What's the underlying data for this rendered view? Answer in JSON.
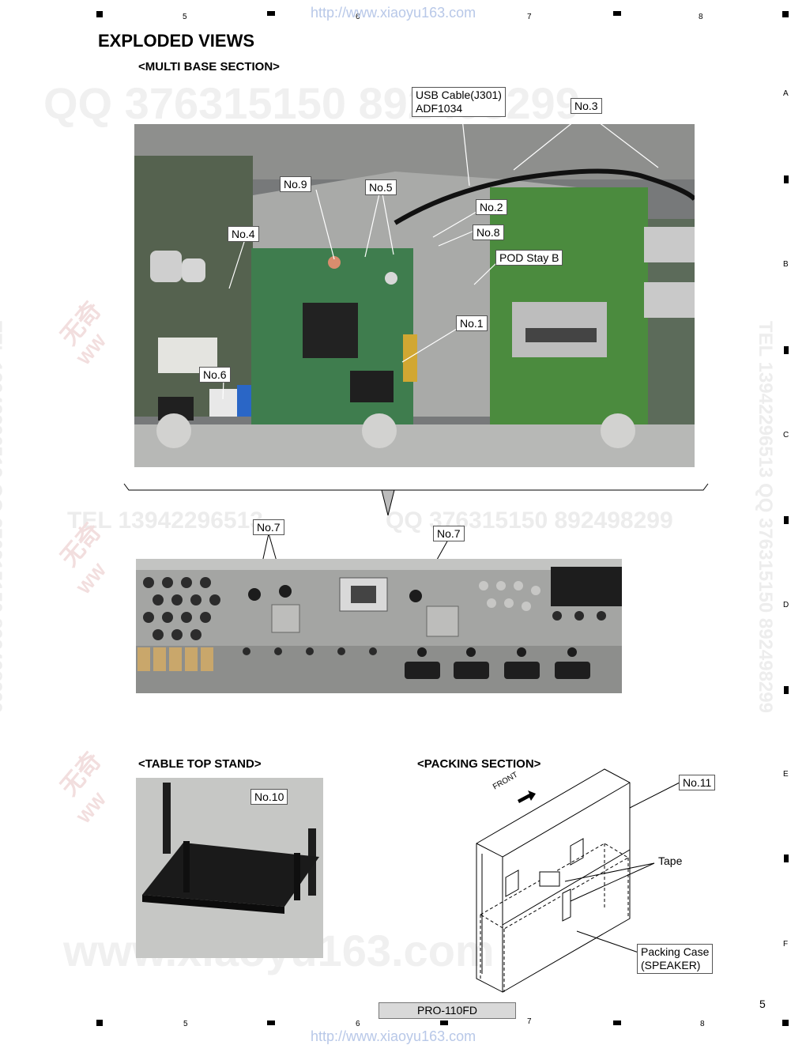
{
  "header": {
    "url": "http://www.xiaoyu163.com",
    "column_numbers": [
      "5",
      "6",
      "7",
      "8"
    ],
    "row_letters": [
      "A",
      "B",
      "C",
      "D",
      "E",
      "F"
    ]
  },
  "watermarks": {
    "qq_top": "QQ 376315150 892498299",
    "tel_mid": "TEL 13942296513",
    "qq_mid": "QQ 376315150 892498299",
    "side_text": "TEL 13942296513 QQ 376315150 892498299",
    "chinese": "无奇",
    "ww": "WW",
    "www_bottom": "www.xiaoyu163.com"
  },
  "page": {
    "title": "EXPLODED VIEWS",
    "sections": {
      "multi_base": "<MULTI BASE SECTION>",
      "table_top_stand": "<TABLE TOP STAND>",
      "packing": "<PACKING SECTION>"
    }
  },
  "callouts": {
    "usb_cable": "USB Cable(J301)\nADF1034",
    "no3": "No.3",
    "no9": "No.9",
    "no5": "No.5",
    "no2": "No.2",
    "no8": "No.8",
    "no4": "No.4",
    "pod_stay_b": "POD Stay B",
    "no1": "No.1",
    "no6": "No.6",
    "no7_left": "No.7",
    "no7_right": "No.7",
    "no10": "No.10",
    "no11": "No.11",
    "tape": "Tape",
    "packing_case": "Packing Case\n(SPEAKER)",
    "front": "FRONT"
  },
  "footer": {
    "model": "PRO-110FD",
    "page_number": "5",
    "url": "http://www.xiaoyu163.com"
  },
  "colors": {
    "pcb_green": "#3f7d4e",
    "chassis_gray": "#a9aaa8",
    "stand_black": "#1a1a1a",
    "model_box": "#d9d9d9"
  }
}
